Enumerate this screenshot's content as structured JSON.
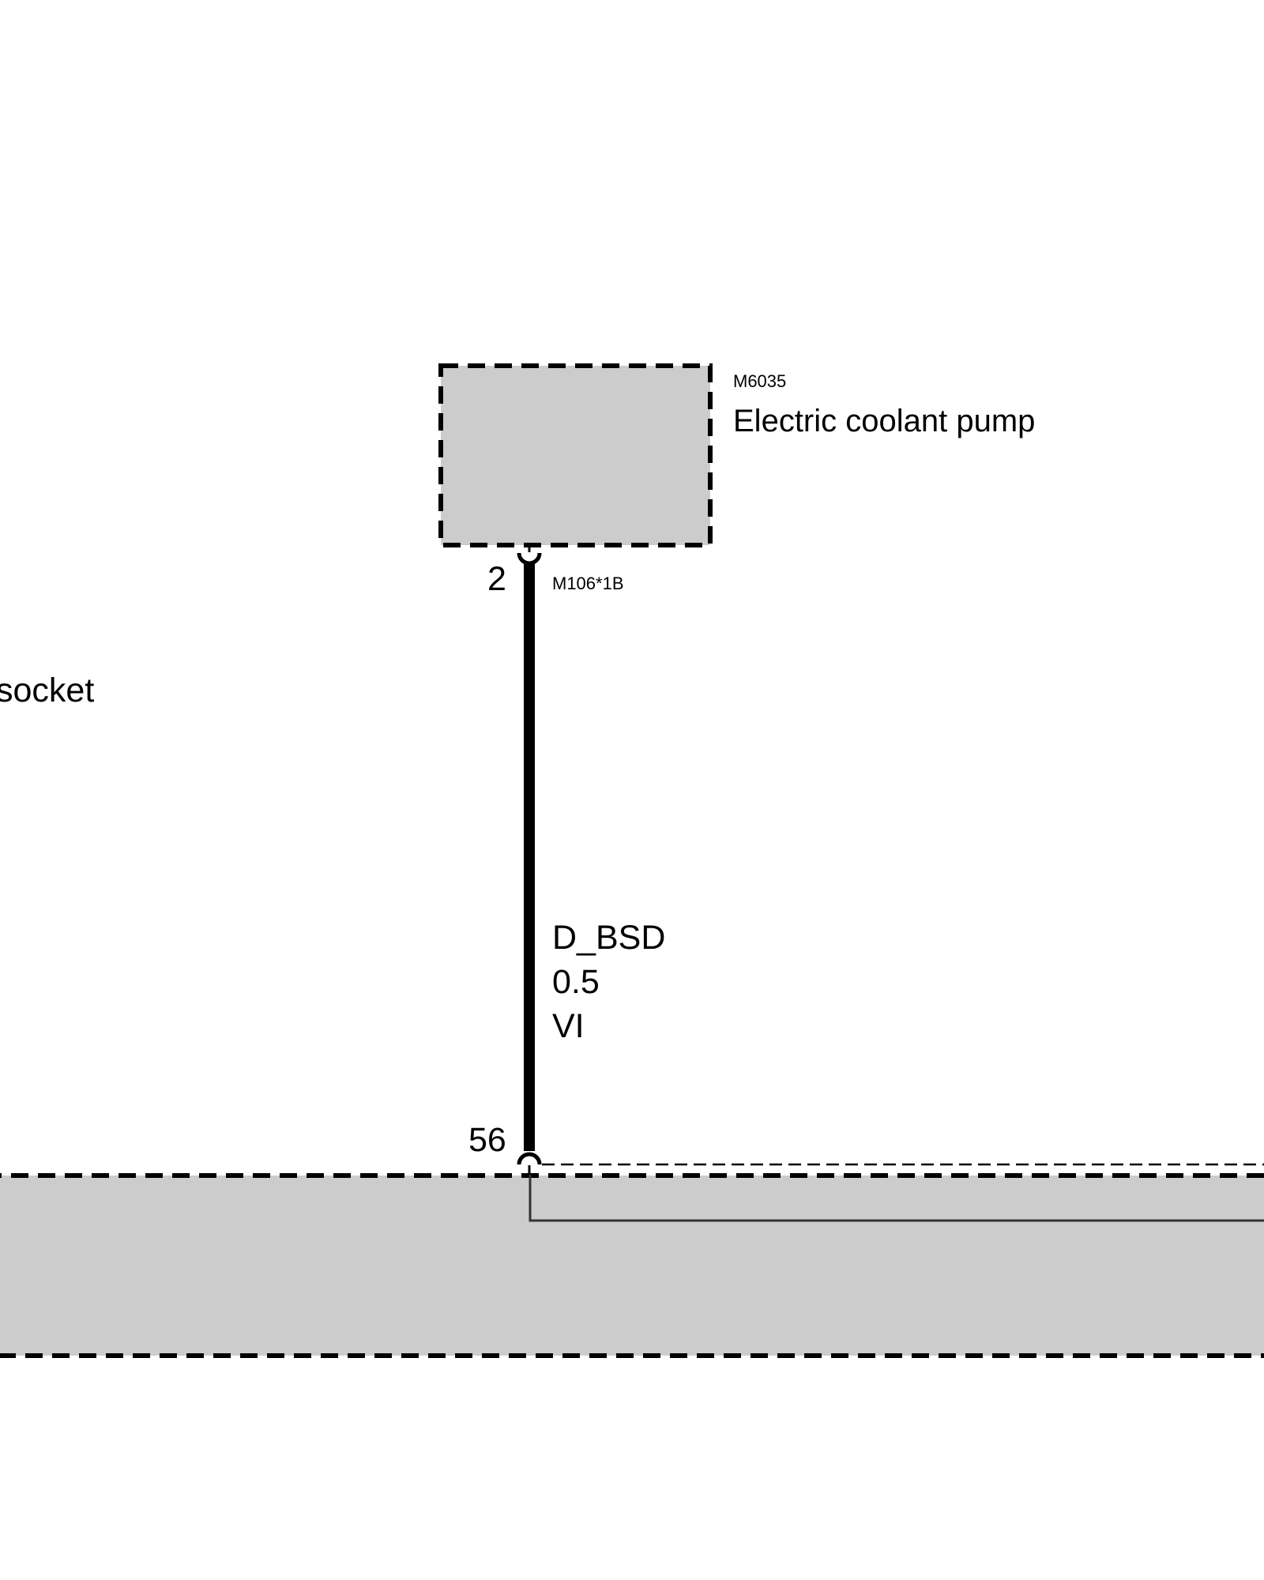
{
  "colors": {
    "background": "#ffffff",
    "component_fill": "#cccccc",
    "border": "#000000",
    "wire": "#000000",
    "internal_line": "#333333"
  },
  "pump": {
    "code": "M6035",
    "name": "Electric coolant pump",
    "pin": "2",
    "connector": "M106*1B"
  },
  "wire": {
    "signal": "D_BSD",
    "cross_section": "0.5",
    "color_code": "VI"
  },
  "control_unit": {
    "pin": "56"
  },
  "offscreen_label": {
    "text": "socket"
  }
}
